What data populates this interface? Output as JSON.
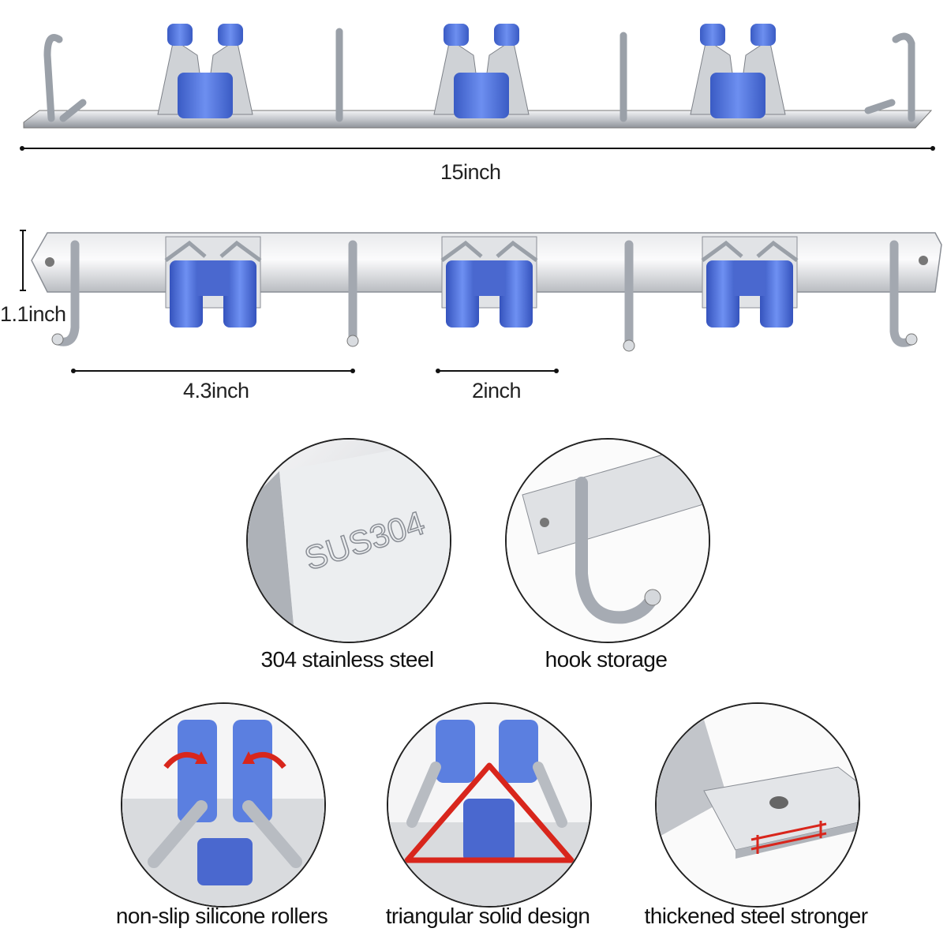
{
  "dimensions": {
    "length": "15inch",
    "height": "1.1inch",
    "hook_to_hook": "4.3inch",
    "holder_width": "2inch"
  },
  "engraving": "SUS304",
  "features": [
    {
      "caption": "304 stainless steel"
    },
    {
      "caption": "hook storage"
    },
    {
      "caption": "non-slip silicone rollers"
    },
    {
      "caption": "triangular solid design"
    },
    {
      "caption": "thickened steel stronger"
    }
  ],
  "colors": {
    "steel": "#c9ccd1",
    "steel_dark": "#8c9097",
    "roller_blue": "#5b7fe0",
    "roller_blue_dark": "#3a5bc4",
    "accent_red": "#d8261c"
  }
}
